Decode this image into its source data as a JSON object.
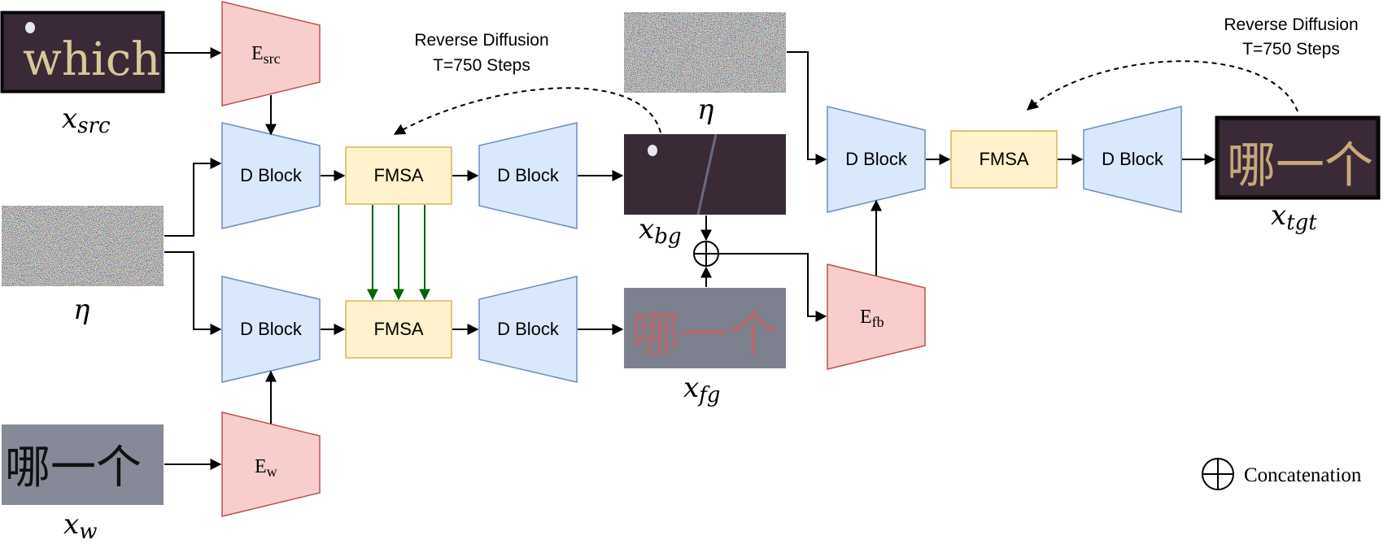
{
  "blocks": {
    "d_block": "D Block",
    "fmsa": "FMSA"
  },
  "encoders": {
    "src": {
      "main": "E",
      "sub": "src"
    },
    "w": {
      "main": "E",
      "sub": "w"
    },
    "fb": {
      "main": "E",
      "sub": "fb"
    }
  },
  "labels": {
    "x_src": {
      "main": "x",
      "sub": "src"
    },
    "eta": "η",
    "x_w": {
      "main": "x",
      "sub": "w"
    },
    "x_bg": {
      "main": "x",
      "sub": "bg"
    },
    "x_fg": {
      "main": "x",
      "sub": "fg"
    },
    "x_tgt": {
      "main": "x",
      "sub": "tgt"
    }
  },
  "annotations": {
    "reverse_diffusion": "Reverse Diffusion",
    "steps": "T=750 Steps"
  },
  "images": {
    "source_word": "which",
    "target_text": "哪一个"
  },
  "legend": {
    "concatenation": "Concatenation"
  },
  "colors": {
    "d_block_fill": "#dae8fc",
    "d_block_stroke": "#6c8ebf",
    "fmsa_fill": "#fff2cc",
    "fmsa_stroke": "#d6b656",
    "encoder_fill": "#f8cecc",
    "encoder_stroke": "#b85450",
    "feature_arrow": "#006600"
  }
}
